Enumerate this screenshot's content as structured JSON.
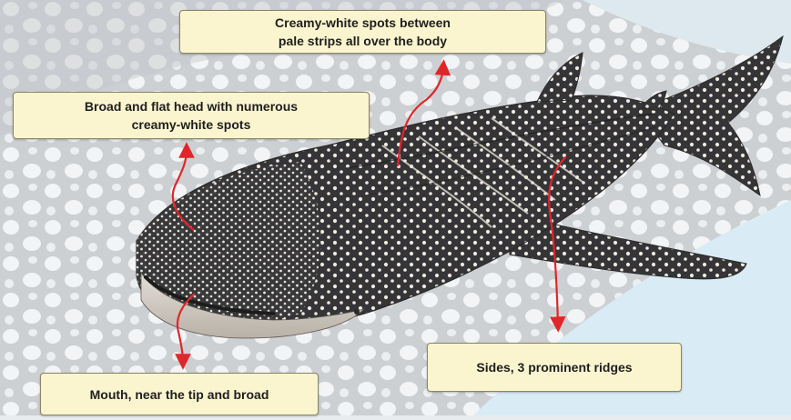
{
  "labels": {
    "spots": {
      "line1": "Creamy-white spots between",
      "line2": "pale strips all over the body"
    },
    "head": {
      "line1": "Broad and flat head with numerous",
      "line2": "creamy-white spots"
    },
    "sides": {
      "text": "Sides, 3 prominent ridges"
    },
    "mouth": {
      "text": "Mouth, near the tip and broad"
    }
  },
  "colors": {
    "background": "#e9ecee",
    "water": "#d9ecf5",
    "shark_body": "#3a3a3c",
    "shark_belly": "#d8d2ca",
    "spot": "#f2efe6",
    "arrow": "#e0262b",
    "label_fill": "#fbf5cf"
  }
}
